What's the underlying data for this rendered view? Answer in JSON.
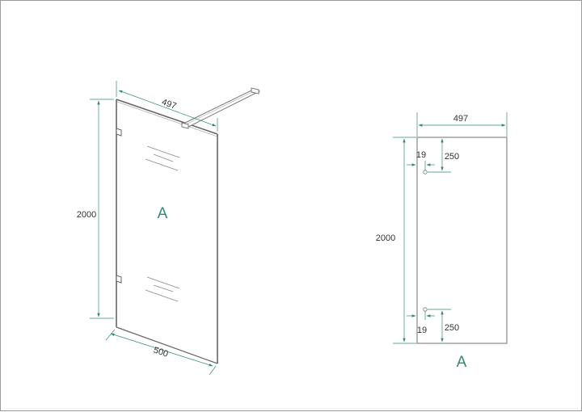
{
  "colors": {
    "outline": "#666666",
    "dimension": "#2e8b73",
    "text": "#333333",
    "border": "#9a9a9a"
  },
  "perspective_view": {
    "panel_label": "A",
    "dim_top_width": "497",
    "dim_height": "2000",
    "dim_bottom_width": "500"
  },
  "front_view": {
    "panel_label": "A",
    "dim_width": "497",
    "dim_height": "2000",
    "dim_top_hole_offset_x": "19",
    "dim_top_hole_offset_y": "250",
    "dim_bottom_hole_offset_x": "19",
    "dim_bottom_hole_offset_y": "250"
  }
}
